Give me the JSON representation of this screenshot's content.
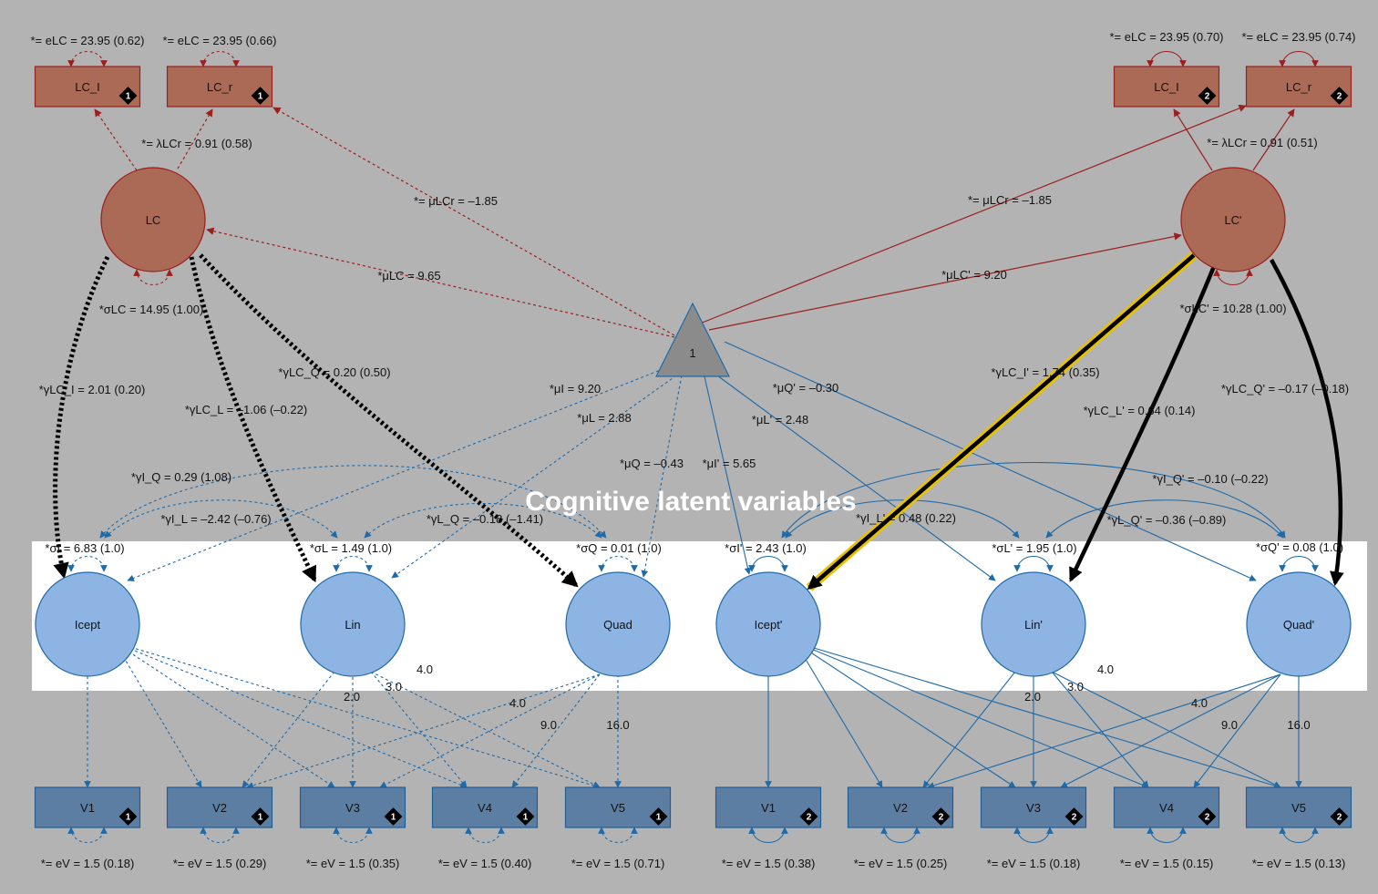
{
  "diagram": {
    "constant_label": "1",
    "selection_label": "Cognitive latent variables",
    "colors": {
      "background": "#b3b3b3",
      "lc_fill": "#ab6a55",
      "lc_stroke": "#9b1f1f",
      "manifest_fill": "#5d7ea3",
      "manifest_stroke": "#1f5f96",
      "latent_fill": "#8db4e2",
      "latent_stroke": "#1f6aa8",
      "constant_fill": "#8b8b8b",
      "selection_fill": "#ffffff",
      "highlight": "#e8c200"
    },
    "nodes": {
      "lc_i_1": {
        "label": "LC_I",
        "group": "1"
      },
      "lc_r_1": {
        "label": "LC_r",
        "group": "1"
      },
      "lc_i_2": {
        "label": "LC_I",
        "group": "2"
      },
      "lc_r_2": {
        "label": "LC_r",
        "group": "2"
      },
      "lc_1": {
        "label": "LC"
      },
      "lc_2": {
        "label": "LC'"
      },
      "icept_1": {
        "label": "Icept"
      },
      "lin_1": {
        "label": "Lin"
      },
      "quad_1": {
        "label": "Quad"
      },
      "icept_2": {
        "label": "Icept'"
      },
      "lin_2": {
        "label": "Lin'"
      },
      "quad_2": {
        "label": "Quad'"
      },
      "v1_1": {
        "label": "V1",
        "group": "1"
      },
      "v2_1": {
        "label": "V2",
        "group": "1"
      },
      "v3_1": {
        "label": "V3",
        "group": "1"
      },
      "v4_1": {
        "label": "V4",
        "group": "1"
      },
      "v5_1": {
        "label": "V5",
        "group": "1"
      },
      "v1_2": {
        "label": "V1",
        "group": "2"
      },
      "v2_2": {
        "label": "V2",
        "group": "2"
      },
      "v3_2": {
        "label": "V3",
        "group": "2"
      },
      "v4_2": {
        "label": "V4",
        "group": "2"
      },
      "v5_2": {
        "label": "V5",
        "group": "2"
      }
    },
    "labels": {
      "elc_i_1": "*= eLC = 23.95 (0.62)",
      "elc_r_1": "*= eLC = 23.95 (0.66)",
      "elc_i_2": "*= eLC = 23.95 (0.70)",
      "elc_r_2": "*= eLC = 23.95 (0.74)",
      "lambda_1": "*= λLCr = 0.91 (0.58)",
      "lambda_2": "*= λLCr = 0.91 (0.51)",
      "mulcr_1": "*= μLCr = –1.85",
      "mulcr_2": "*= μLCr = –1.85",
      "mulc_1": "*μLC = 9.65",
      "mulc_2": "*μLC' = 9.20",
      "sigmalc_1": "*σLC = 14.95 (1.00)",
      "sigmalc_2": "*σLC' = 10.28 (1.00)",
      "gamma_lci_1": "*γLC_I = 2.01 (0.20)",
      "gamma_lcl_1": "*γLC_L = –1.06 (–0.22)",
      "gamma_lcq_1": "*γLC_Q = 0.20 (0.50)",
      "gamma_lci_2": "*γLC_I' = 1.74 (0.35)",
      "gamma_lcl_2": "*γLC_L' = 0.64 (0.14)",
      "gamma_lcq_2": "*γLC_Q' = –0.17 (–0.18)",
      "mui_1": "*μI = 9.20",
      "mul_1": "*μL = 2.88",
      "muq_1": "*μQ = –0.43",
      "mui_2": "*μI' = 5.65",
      "mul_2": "*μL' = 2.48",
      "muq_2": "*μQ' = –0.30",
      "gamma_iq_1": "*γI_Q = 0.29 (1.08)",
      "gamma_il_1": "*γI_L = –2.42 (–0.76)",
      "gamma_lq_1": "*γL_Q = –0.18 (–1.41)",
      "gamma_iq_2": "*γI_Q' = –0.10 (–0.22)",
      "gamma_il_2": "*γI_L' = 0.48 (0.22)",
      "gamma_lq_2": "*γL_Q' = –0.36 (–0.89)",
      "sigmai_1": "*σI = 6.83 (1.0)",
      "sigmal_1": "*σL = 1.49 (1.0)",
      "sigmaq_1": "*σQ = 0.01 (1.0)",
      "sigmai_2": "*σI' = 2.43 (1.0)",
      "sigmal_2": "*σL' = 1.95 (1.0)",
      "sigmaq_2": "*σQ' = 0.08 (1.0)",
      "ev_v1_1": "*= eV = 1.5 (0.18)",
      "ev_v2_1": "*= eV = 1.5 (0.29)",
      "ev_v3_1": "*= eV = 1.5 (0.35)",
      "ev_v4_1": "*= eV = 1.5 (0.40)",
      "ev_v5_1": "*= eV = 1.5 (0.71)",
      "ev_v1_2": "*= eV = 1.5 (0.38)",
      "ev_v2_2": "*= eV = 1.5 (0.25)",
      "ev_v3_2": "*= eV = 1.5 (0.18)",
      "ev_v4_2": "*= eV = 1.5 (0.15)",
      "ev_v5_2": "*= eV = 1.5 (0.13)",
      "load_lin_v3_1": "2.0",
      "load_lin_v4_1": "3.0",
      "load_lin_v5_1": "4.0",
      "load_quad_v3_1": "4.0",
      "load_quad_v4_1": "9.0",
      "load_quad_v5_1": "16.0",
      "load_lin_v3_2": "2.0",
      "load_lin_v4_2": "3.0",
      "load_lin_v5_2": "4.0",
      "load_quad_v3_2": "4.0",
      "load_quad_v4_2": "9.0",
      "load_quad_v5_2": "16.0"
    }
  }
}
